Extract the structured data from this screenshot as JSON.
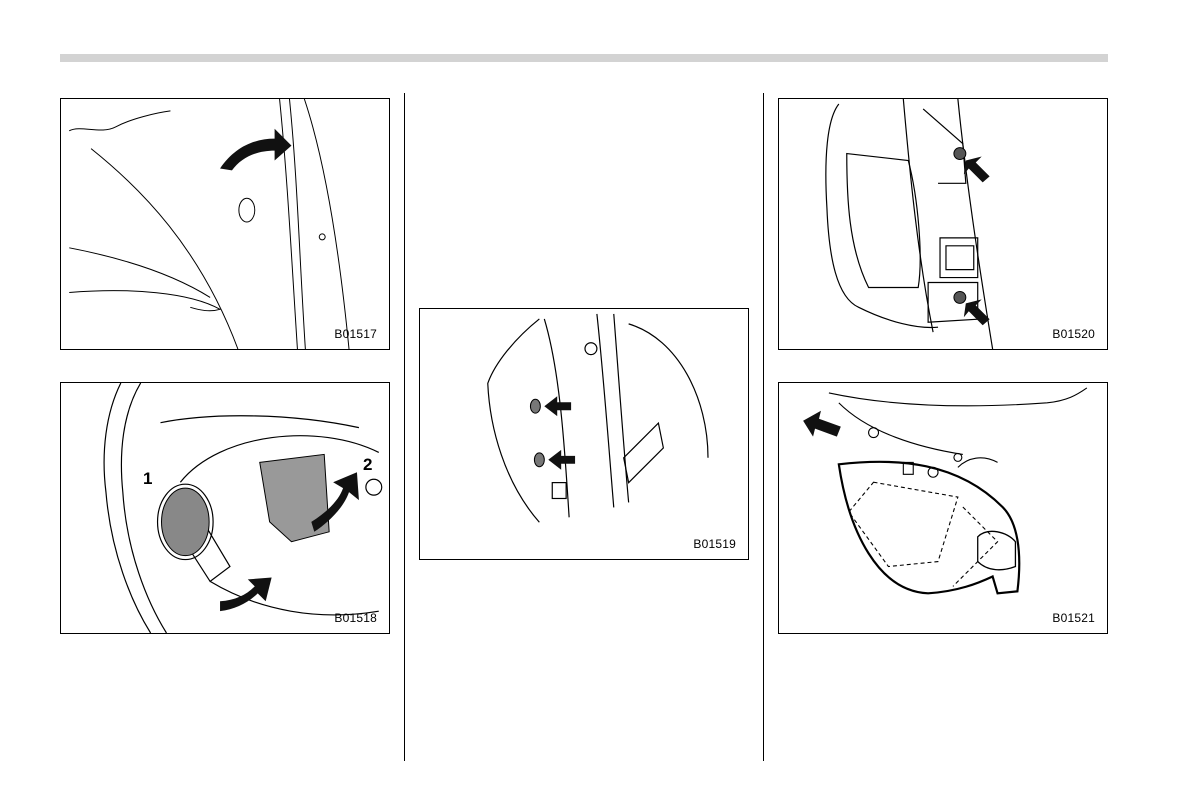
{
  "figures": [
    {
      "code": "B01517"
    },
    {
      "code": "B01518",
      "callouts": [
        "1",
        "2"
      ]
    },
    {
      "code": "B01519"
    },
    {
      "code": "B01520"
    },
    {
      "code": "B01521"
    }
  ]
}
